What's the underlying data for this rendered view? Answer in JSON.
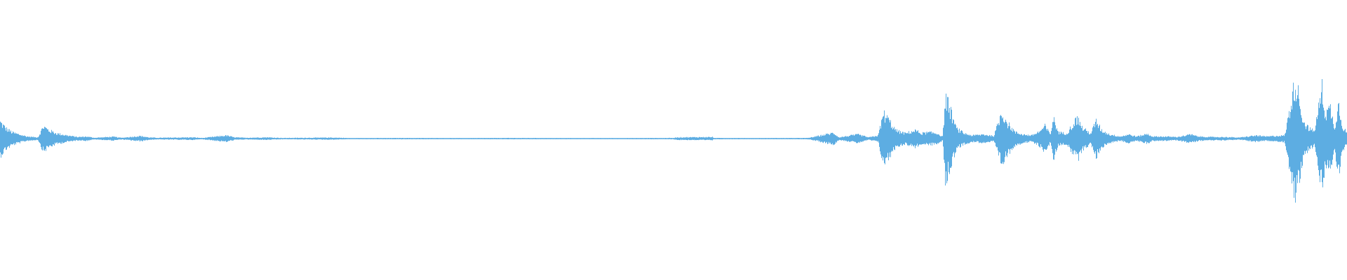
{
  "waveform": {
    "color": "#5DADE2",
    "background": "#FFFFFF",
    "amplitude_peaks": [
      [
        0.0,
        0.16
      ],
      [
        0.004,
        0.1
      ],
      [
        0.009,
        0.06
      ],
      [
        0.014,
        0.04
      ],
      [
        0.02,
        0.02
      ],
      [
        0.028,
        0.012
      ],
      [
        0.032,
        0.12
      ],
      [
        0.036,
        0.08
      ],
      [
        0.042,
        0.05
      ],
      [
        0.05,
        0.03
      ],
      [
        0.058,
        0.015
      ],
      [
        0.064,
        0.02
      ],
      [
        0.07,
        0.008
      ],
      [
        0.084,
        0.018
      ],
      [
        0.09,
        0.008
      ],
      [
        0.104,
        0.025
      ],
      [
        0.11,
        0.012
      ],
      [
        0.116,
        0.008
      ],
      [
        0.143,
        0.012
      ],
      [
        0.15,
        0.006
      ],
      [
        0.168,
        0.03
      ],
      [
        0.174,
        0.012
      ],
      [
        0.182,
        0.008
      ],
      [
        0.198,
        0.012
      ],
      [
        0.21,
        0.006
      ],
      [
        0.246,
        0.01
      ],
      [
        0.26,
        0.005
      ],
      [
        0.3,
        0.006
      ],
      [
        0.34,
        0.005
      ],
      [
        0.38,
        0.006
      ],
      [
        0.42,
        0.005
      ],
      [
        0.46,
        0.005
      ],
      [
        0.5,
        0.006
      ],
      [
        0.502,
        0.012
      ],
      [
        0.53,
        0.006
      ],
      [
        0.529,
        0.015
      ],
      [
        0.56,
        0.005
      ],
      [
        0.6,
        0.006
      ],
      [
        0.619,
        0.055
      ],
      [
        0.623,
        0.012
      ],
      [
        0.637,
        0.04
      ],
      [
        0.645,
        0.012
      ],
      [
        0.652,
        0.03
      ],
      [
        0.656,
        0.24
      ],
      [
        0.66,
        0.18
      ],
      [
        0.665,
        0.08
      ],
      [
        0.672,
        0.05
      ],
      [
        0.68,
        0.08
      ],
      [
        0.684,
        0.05
      ],
      [
        0.69,
        0.06
      ],
      [
        0.696,
        0.05
      ],
      [
        0.7,
        0.02
      ],
      [
        0.702,
        0.4
      ],
      [
        0.705,
        0.3
      ],
      [
        0.71,
        0.1
      ],
      [
        0.716,
        0.05
      ],
      [
        0.722,
        0.03
      ],
      [
        0.73,
        0.04
      ],
      [
        0.738,
        0.025
      ],
      [
        0.744,
        0.26
      ],
      [
        0.748,
        0.15
      ],
      [
        0.754,
        0.06
      ],
      [
        0.76,
        0.04
      ],
      [
        0.766,
        0.03
      ],
      [
        0.772,
        0.07
      ],
      [
        0.776,
        0.12
      ],
      [
        0.78,
        0.04
      ],
      [
        0.782,
        0.2
      ],
      [
        0.786,
        0.06
      ],
      [
        0.792,
        0.05
      ],
      [
        0.8,
        0.2
      ],
      [
        0.804,
        0.1
      ],
      [
        0.81,
        0.05
      ],
      [
        0.814,
        0.17
      ],
      [
        0.818,
        0.08
      ],
      [
        0.824,
        0.04
      ],
      [
        0.832,
        0.02
      ],
      [
        0.838,
        0.04
      ],
      [
        0.844,
        0.02
      ],
      [
        0.852,
        0.045
      ],
      [
        0.856,
        0.02
      ],
      [
        0.866,
        0.02
      ],
      [
        0.874,
        0.015
      ],
      [
        0.884,
        0.04
      ],
      [
        0.89,
        0.02
      ],
      [
        0.9,
        0.015
      ],
      [
        0.91,
        0.015
      ],
      [
        0.92,
        0.01
      ],
      [
        0.933,
        0.03
      ],
      [
        0.94,
        0.02
      ],
      [
        0.946,
        0.025
      ],
      [
        0.954,
        0.03
      ],
      [
        0.962,
        0.56
      ],
      [
        0.964,
        0.44
      ],
      [
        0.968,
        0.16
      ],
      [
        0.972,
        0.1
      ],
      [
        0.976,
        0.07
      ],
      [
        0.982,
        0.5
      ],
      [
        0.984,
        0.24
      ],
      [
        0.988,
        0.3
      ],
      [
        0.991,
        0.1
      ],
      [
        0.994,
        0.34
      ],
      [
        0.997,
        0.12
      ],
      [
        1.0,
        0.06
      ]
    ]
  }
}
